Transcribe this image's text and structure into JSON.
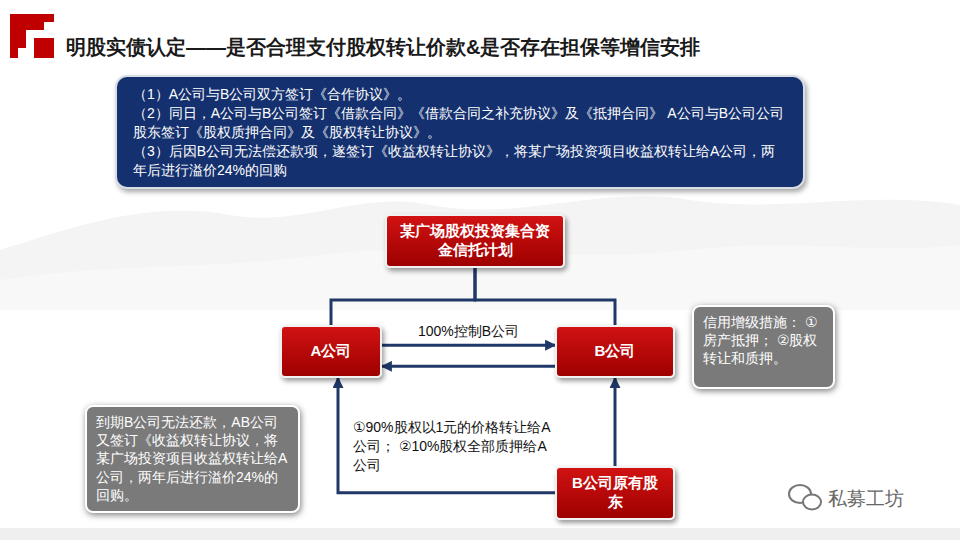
{
  "diagram": {
    "title": "明股实债认定——是否合理支付股权转让价款&是否存在担保等增信安排",
    "nodes": [
      {
        "text": [
          "（1）A公司与B公司双方签订《合作协议》。",
          "（2）同日，A公司与B公司签订《借款合同》《借款合同之补充协议》及《抵押合同》 A公司与B公司公司股东签订《股权质押合同》及《股权转让协议》。",
          "（3）后因B公司无法偿还款项，遂签订《收益权转让协议》，将某广场投资项目收益权转让给A公司，两年后进行溢价24%的回购"
        ]
      },
      {
        "text": [
          "某广场股权投资集合资金信托计划"
        ]
      },
      {
        "text": [
          "A公司"
        ]
      },
      {
        "text": [
          "B公司"
        ]
      },
      {
        "text": [
          "信用增级措施： ①房产抵押； ②股权转让和质押。"
        ]
      },
      {
        "text": [
          "到期B公司无法还款，AB公司又签订《收益权转让协议，将某广场投资项目收益权转让给A公司，两年后进行溢价24%的回购。"
        ]
      },
      {
        "text": [
          "B公司原有股东"
        ]
      }
    ],
    "edges": [
      {
        "from": 1,
        "to": 2,
        "arrow": "none"
      },
      {
        "from": 1,
        "to": 3,
        "arrow": "none"
      },
      {
        "from": 2,
        "to": 3,
        "label": "100%控制B公司",
        "arrow": "to"
      },
      {
        "from": 3,
        "to": 2,
        "arrow": "to"
      },
      {
        "from": 6,
        "to": 2,
        "label": "①90%股权以1元的价格转让给A公司； ②10%股权全部质押给A公司",
        "arrow": "to"
      },
      {
        "from": 6,
        "to": 3,
        "arrow": "to"
      }
    ],
    "labels": [
      "私募工坊"
    ]
  }
}
